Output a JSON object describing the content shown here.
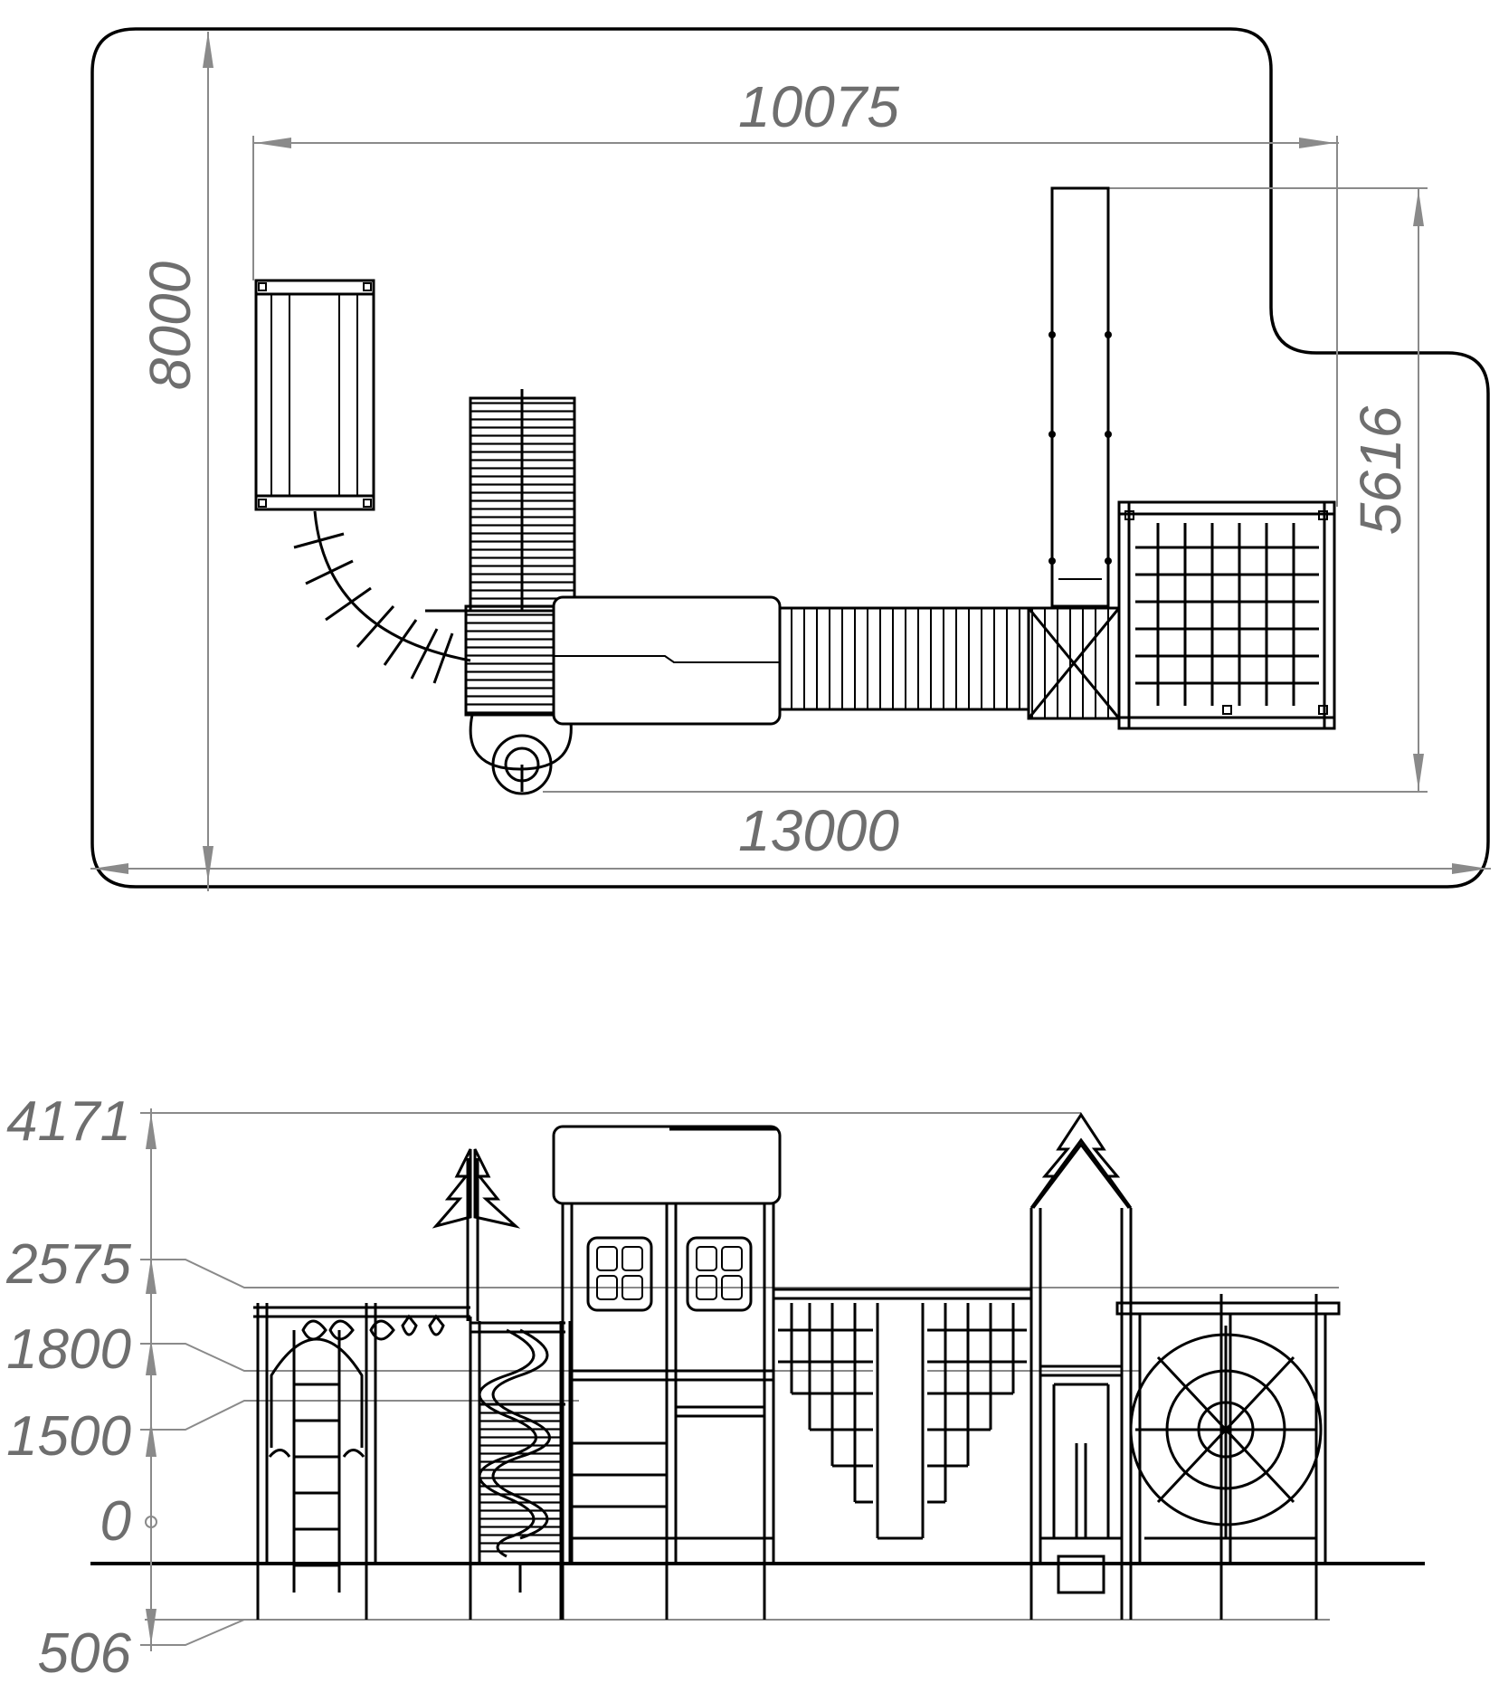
{
  "plan_view": {
    "overall_length": "13000",
    "overall_width": "8000",
    "equipment_length": "10075",
    "equipment_width": "5616"
  },
  "elevation_view": {
    "levels": [
      "4171",
      "2575",
      "1800",
      "1500",
      "0",
      "506"
    ]
  },
  "colors": {
    "line": "#000000",
    "dimension": "#8a8a8a",
    "dimension_text": "#6e6e6e"
  }
}
